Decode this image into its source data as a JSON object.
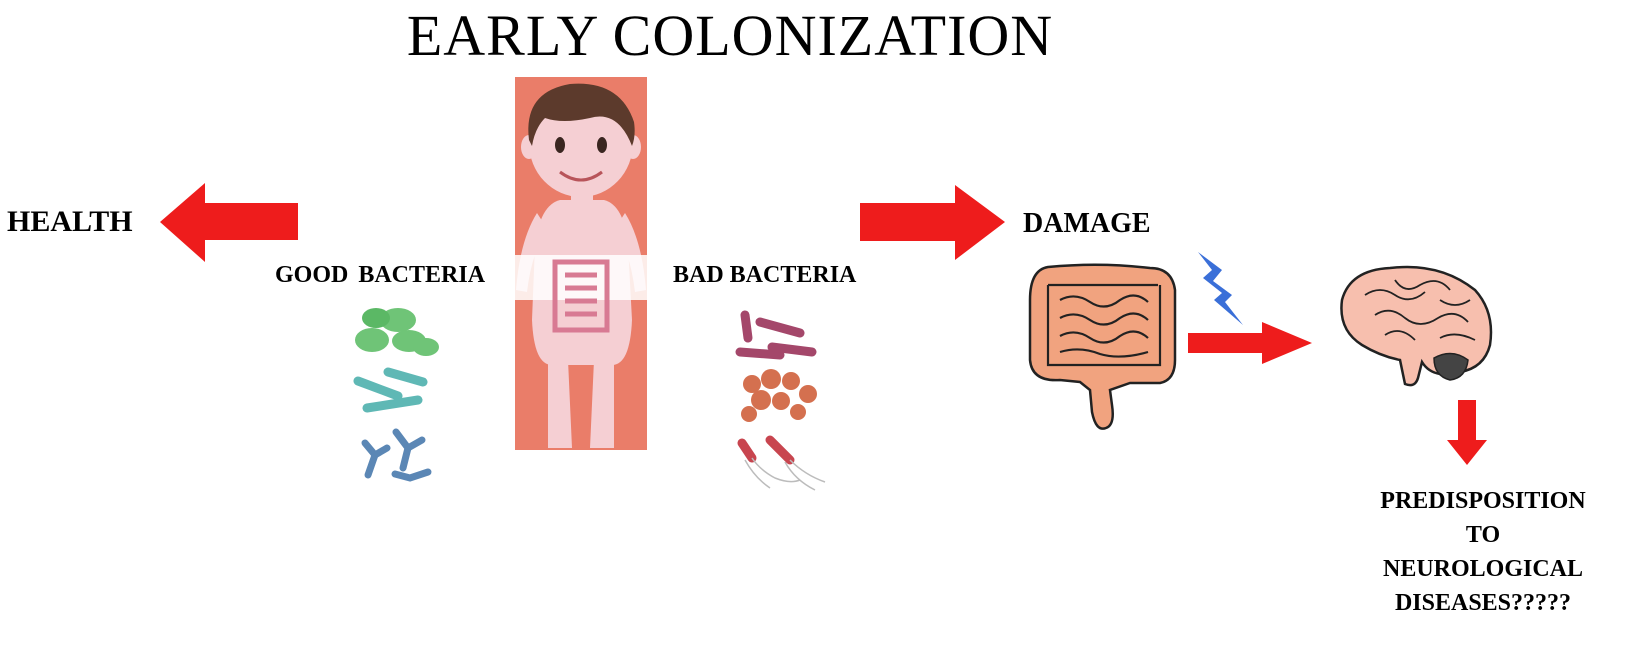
{
  "title": "EARLY COLONIZATION",
  "labels": {
    "health": "HEALTH",
    "good_bacteria": "GOOD  BACTERIA",
    "bad_bacteria": "BAD BACTERIA",
    "damage": "DAMAGE",
    "outcome": [
      "PREDISPOSITION",
      "TO",
      "NEUROLOGICAL",
      "DISEASES?????"
    ]
  },
  "colors": {
    "arrow_red": "#ee1c1c",
    "child_background": "#ea7d69",
    "skin": "#f5cfd3",
    "hair": "#5c3a2c",
    "gut_pink": "#d87a93",
    "intestine_orange": "#f1a37f",
    "brain_pink": "#f7bfae",
    "lightning_blue": "#3a6fd8",
    "good_green": "#6fc477",
    "good_teal": "#5fb8b5",
    "good_blue": "#5b87b5",
    "bad_maroon": "#a4476a",
    "bad_orange": "#d4704f",
    "bad_red": "#c8454f"
  },
  "icons": [
    "left-arrow-icon",
    "right-arrow-icon",
    "child-body-icon",
    "intestine-icon",
    "brain-icon",
    "lightning-icon",
    "down-arrow-icon"
  ]
}
